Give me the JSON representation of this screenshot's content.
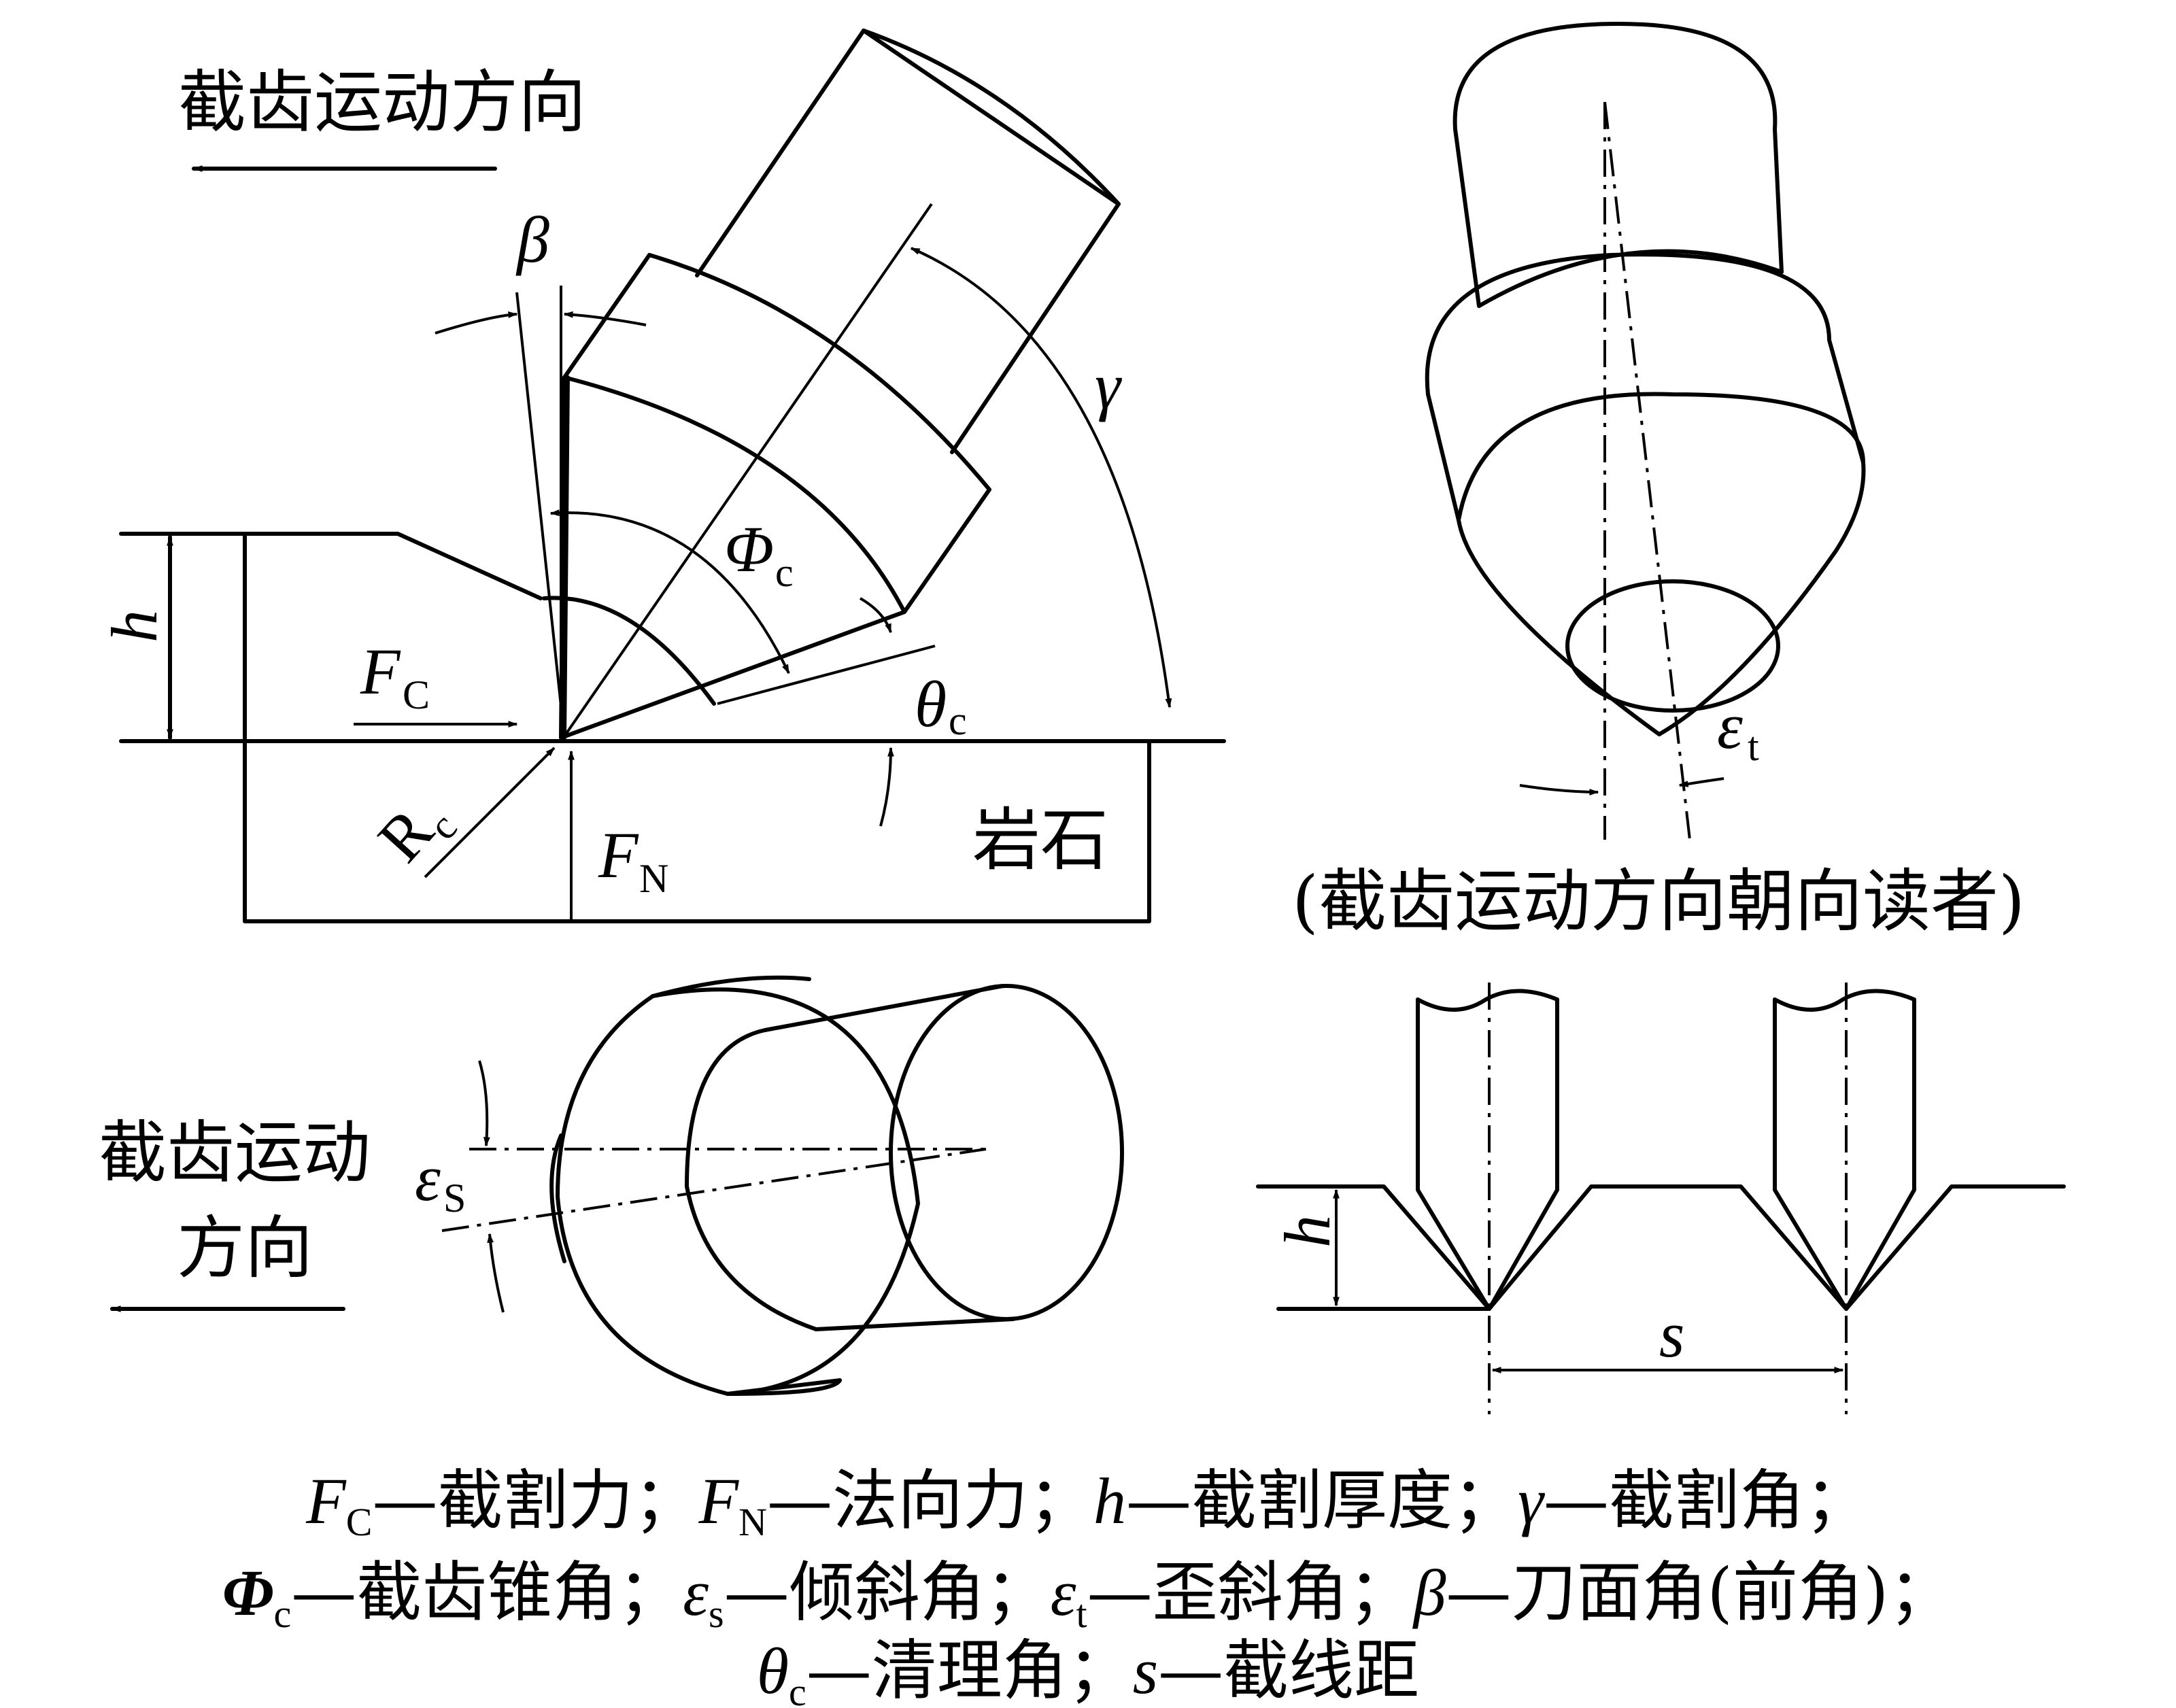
{
  "diagram": {
    "top_left": {
      "direction_label": "截齿运动方向",
      "rock_label": "岩石",
      "symbols": {
        "beta": "β",
        "gamma": "γ",
        "phi": "Φ",
        "phi_sub": "c",
        "h": "h",
        "fc": "F",
        "fc_sub": "C",
        "fn": "F",
        "fn_sub": "N",
        "rc": "R",
        "rc_sub": "c",
        "theta": "θ",
        "theta_sub": "c"
      }
    },
    "top_right": {
      "caption": "(截齿运动方向朝向读者)",
      "epsilon": "ε",
      "epsilon_sub": "t"
    },
    "bottom_left": {
      "direction_label_line1": "截齿运动",
      "direction_label_line2": "方向",
      "epsilon": "ε",
      "epsilon_sub": "S"
    },
    "bottom_right": {
      "h": "h",
      "s": "s"
    }
  },
  "legend": {
    "line1": [
      {
        "sym": "F",
        "sub": "C",
        "text": "—截割力；"
      },
      {
        "sym": "F",
        "sub": "N",
        "text": "—法向力；"
      },
      {
        "sym": "h",
        "sub": "",
        "text": "—截割厚度；"
      },
      {
        "sym": "γ",
        "sub": "",
        "text": "—截割角；"
      }
    ],
    "line2": [
      {
        "sym": "Φ",
        "sub": "c",
        "text": "—截齿锥角；"
      },
      {
        "sym": "ε",
        "sub": "s",
        "text": "—倾斜角；"
      },
      {
        "sym": "ε",
        "sub": "t",
        "text": "—歪斜角；"
      },
      {
        "sym": "β",
        "sub": "",
        "text": "—刀面角(前角)；"
      }
    ],
    "line3": [
      {
        "sym": "θ",
        "sub": "c",
        "text": "—清理角；"
      },
      {
        "sym": "s",
        "sub": "",
        "text": "—截线距"
      }
    ]
  }
}
